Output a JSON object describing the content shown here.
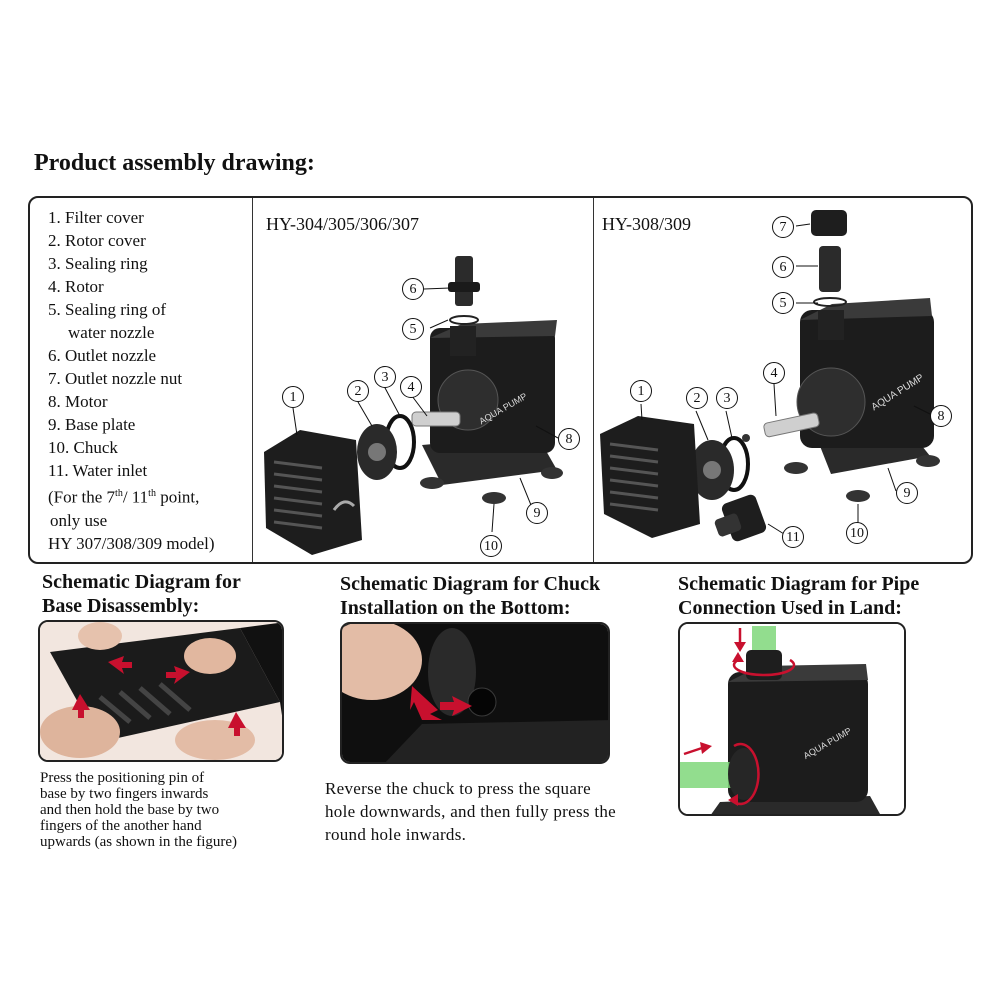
{
  "title": "Product assembly drawing:",
  "parts_list": [
    "1. Filter cover",
    "2. Rotor cover",
    "3. Sealing ring",
    "4. Rotor",
    "5. Sealing ring of",
    "water nozzle",
    "6. Outlet nozzle",
    "7. Outlet nozzle nut",
    "8. Motor",
    "9. Base plate",
    "10. Chuck",
    "11. Water inlet"
  ],
  "note": {
    "prefix": "(For the 7",
    "sup1": "th",
    "mid": "/ 11",
    "sup2": "th",
    "suffix": " point,",
    "line2": "only use",
    "line3": "HY 307/308/309 model)"
  },
  "model_a": "HY-304/305/306/307",
  "model_b": "HY-308/309",
  "brand_text": "AQUA PUMP",
  "callouts_a": [
    "1",
    "2",
    "3",
    "4",
    "5",
    "6",
    "8",
    "9",
    "10"
  ],
  "callouts_b": [
    "1",
    "2",
    "3",
    "4",
    "5",
    "6",
    "7",
    "8",
    "9",
    "10",
    "11"
  ],
  "sections": [
    {
      "title": "Schematic Diagram for\nBase Disassembly:",
      "desc": "Press the positioning pin of\nbase by two fingers inwards\nand then hold the base by two\nfingers of the another hand\nupwards (as shown in the figure)"
    },
    {
      "title": "Schematic Diagram for Chuck\nInstallation on the Bottom:",
      "desc": "Reverse the chuck to press the square\nhole downwards, and then fully press the\nround hole inwards."
    },
    {
      "title": "Schematic Diagram for Pipe\nConnection Used in Land:",
      "desc": ""
    }
  ],
  "colors": {
    "arrow": "#c8102e",
    "pump": "#1c1c1c",
    "tube": "#7fd77a"
  }
}
